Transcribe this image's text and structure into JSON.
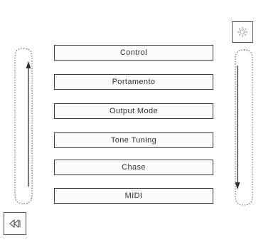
{
  "menu": {
    "items": [
      {
        "label": "Control"
      },
      {
        "label": "Portamento"
      },
      {
        "label": "Output  Mode"
      },
      {
        "label": "Tone  Tuning"
      },
      {
        "label": "Chase"
      },
      {
        "label": "MIDI"
      }
    ]
  },
  "icons": {
    "top_right": "settings-sun-icon",
    "bottom_left": "rewind-icon",
    "left_track": "scroll-up-arrow-icon",
    "right_track": "scroll-down-arrow-icon"
  }
}
